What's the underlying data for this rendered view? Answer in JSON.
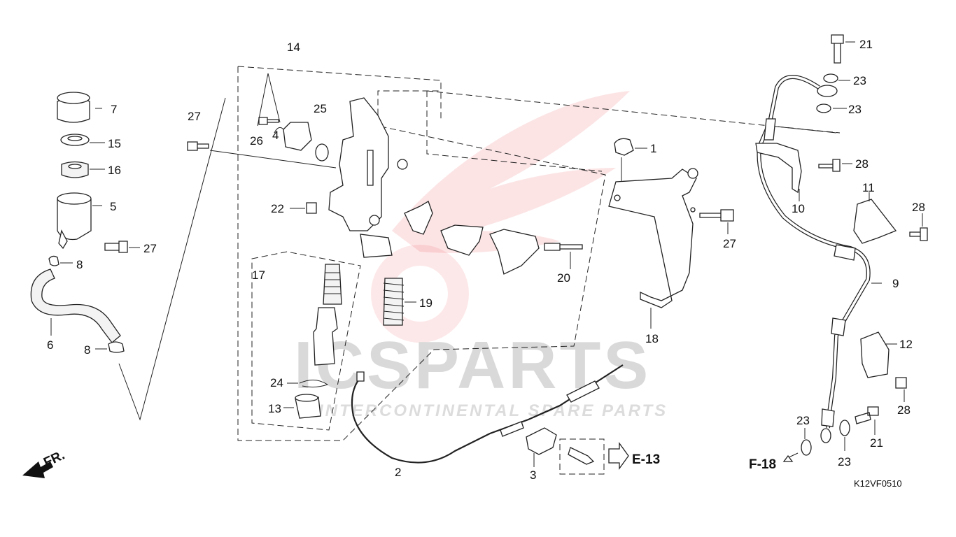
{
  "diagram": {
    "code": "K12VF0510",
    "watermark": {
      "brand": "ICSPARTS",
      "tagline": "INTERCONTINENTAL SPARE PARTS",
      "accent_color": "#e8202a"
    },
    "direction_label": "FR.",
    "refs": {
      "e13": "E-13",
      "f18": "F-18"
    },
    "callouts": [
      {
        "id": "c1",
        "label": "1"
      },
      {
        "id": "c2",
        "label": "2"
      },
      {
        "id": "c3",
        "label": "3"
      },
      {
        "id": "c4",
        "label": "4"
      },
      {
        "id": "c5",
        "label": "5"
      },
      {
        "id": "c6",
        "label": "6"
      },
      {
        "id": "c7",
        "label": "7"
      },
      {
        "id": "c8a",
        "label": "8"
      },
      {
        "id": "c8b",
        "label": "8"
      },
      {
        "id": "c9",
        "label": "9"
      },
      {
        "id": "c10",
        "label": "10"
      },
      {
        "id": "c11",
        "label": "11"
      },
      {
        "id": "c12",
        "label": "12"
      },
      {
        "id": "c13",
        "label": "13"
      },
      {
        "id": "c14",
        "label": "14"
      },
      {
        "id": "c15",
        "label": "15"
      },
      {
        "id": "c16",
        "label": "16"
      },
      {
        "id": "c17",
        "label": "17"
      },
      {
        "id": "c18",
        "label": "18"
      },
      {
        "id": "c19",
        "label": "19"
      },
      {
        "id": "c20",
        "label": "20"
      },
      {
        "id": "c21a",
        "label": "21"
      },
      {
        "id": "c21b",
        "label": "21"
      },
      {
        "id": "c22",
        "label": "22"
      },
      {
        "id": "c23a",
        "label": "23"
      },
      {
        "id": "c23b",
        "label": "23"
      },
      {
        "id": "c23c",
        "label": "23"
      },
      {
        "id": "c23d",
        "label": "23"
      },
      {
        "id": "c24",
        "label": "24"
      },
      {
        "id": "c25",
        "label": "25"
      },
      {
        "id": "c26",
        "label": "26"
      },
      {
        "id": "c27a",
        "label": "27"
      },
      {
        "id": "c27b",
        "label": "27"
      },
      {
        "id": "c27c",
        "label": "27"
      },
      {
        "id": "c28a",
        "label": "28"
      },
      {
        "id": "c28b",
        "label": "28"
      },
      {
        "id": "c28c",
        "label": "28"
      }
    ]
  }
}
